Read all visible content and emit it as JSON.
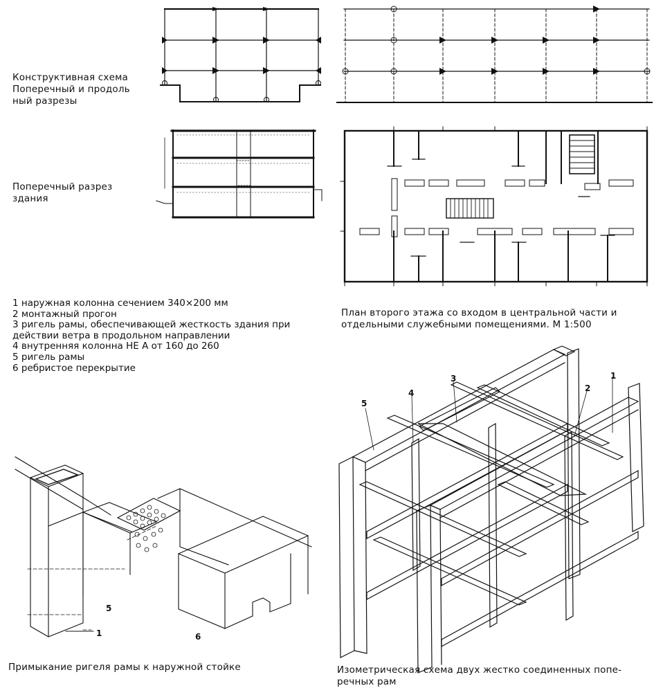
{
  "captions": {
    "structural_scheme": "Конструктивная схема\nПоперечный и продоль\nный разрезы",
    "cross_section": "Поперечный разрез\nздания",
    "plan": "План второго этажа со входом в центральной части и\nотдельными служебными помещениями. М 1:500",
    "junction": "Примыкание ригеля рамы к наружной стойке",
    "isometric": "Изометрическая схема двух жестко соединенных попе-\nречных рам"
  },
  "legend": [
    "1 наружная колонна сечением 340×200 мм",
    "2 монтажный прогон",
    "3 ригель рамы, обеспечивающей жесткость здания при",
    "действии ветра в продольном направлении",
    "4 внутренняя колонна НЕ А от 160 до 260",
    "5 ригель рамы",
    "6 ребристое перекрытие"
  ],
  "callouts": {
    "junction": [
      "5",
      "1",
      "6"
    ],
    "isometric": [
      "5",
      "4",
      "3",
      "2",
      "1"
    ]
  },
  "colors": {
    "ink": "#111111",
    "paper": "#ffffff"
  }
}
